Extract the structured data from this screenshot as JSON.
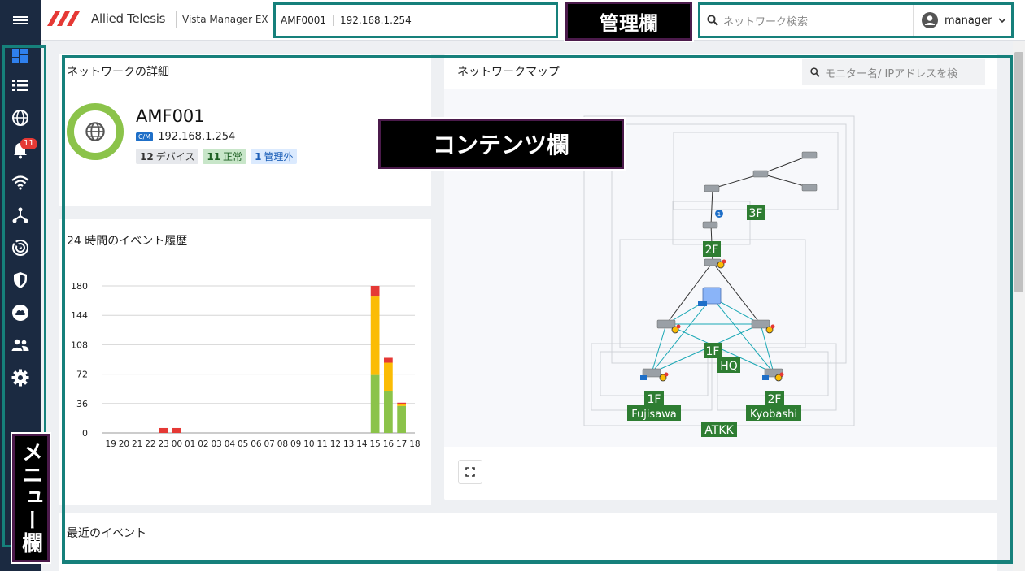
{
  "header": {
    "brand": "Allied Telesis",
    "product": "Vista Manager EX",
    "device_name": "AMF0001",
    "device_ip": "192.168.1.254",
    "search_placeholder": "ネットワーク検索",
    "user": "manager"
  },
  "annotations": {
    "management": "管理欄",
    "content": "コンテンツ欄",
    "menu": "メニュー欄"
  },
  "sidebar": {
    "items": [
      {
        "icon": "dashboard-icon"
      },
      {
        "icon": "list-icon"
      },
      {
        "icon": "globe-icon"
      },
      {
        "icon": "bell-icon",
        "badge": "11"
      },
      {
        "icon": "wifi-icon"
      },
      {
        "icon": "topology-icon"
      },
      {
        "icon": "radar-icon"
      },
      {
        "icon": "shield-icon"
      },
      {
        "icon": "cloud-icon"
      },
      {
        "icon": "users-icon"
      },
      {
        "icon": "gear-icon"
      }
    ]
  },
  "network_details": {
    "title": "ネットワークの詳細",
    "name": "AMF001",
    "cm_label": "C/M",
    "ip": "192.168.1.254",
    "chips": [
      {
        "count": "12",
        "label": "デバイス"
      },
      {
        "count": "11",
        "label": "正常"
      },
      {
        "count": "1",
        "label": "管理外"
      }
    ]
  },
  "event_history": {
    "title": "24 時間のイベント履歴"
  },
  "chart_data": {
    "type": "bar",
    "stacked": true,
    "title": "24 時間のイベント履歴",
    "categories": [
      "19",
      "20",
      "21",
      "22",
      "23",
      "00",
      "01",
      "02",
      "03",
      "04",
      "05",
      "06",
      "07",
      "08",
      "09",
      "10",
      "11",
      "12",
      "13",
      "14",
      "15",
      "16",
      "17",
      "18"
    ],
    "ylim": [
      0,
      180
    ],
    "yticks": [
      0,
      36,
      72,
      108,
      144,
      180
    ],
    "series": [
      {
        "color": "#8bc34a",
        "values": [
          0,
          0,
          0,
          0,
          0,
          0,
          0,
          0,
          0,
          0,
          0,
          0,
          0,
          0,
          0,
          0,
          0,
          0,
          0,
          0,
          71,
          51,
          33,
          0
        ]
      },
      {
        "color": "#fbbc05",
        "values": [
          0,
          0,
          0,
          0,
          0,
          0,
          0,
          0,
          0,
          0,
          0,
          0,
          0,
          0,
          0,
          0,
          0,
          0,
          0,
          0,
          96,
          35,
          2,
          0
        ]
      },
      {
        "color": "#e53935",
        "values": [
          0,
          0,
          0,
          0,
          6,
          6,
          0,
          0,
          0,
          0,
          0,
          0,
          0,
          0,
          0,
          0,
          0,
          0,
          0,
          0,
          13,
          6,
          2,
          0
        ]
      }
    ]
  },
  "network_map": {
    "title": "ネットワークマップ",
    "search_placeholder": "モニター名/ IPアドレスを検",
    "labels": [
      "3F",
      "2F",
      "1F",
      "HQ",
      "1F",
      "Fujisawa",
      "2F",
      "Kyobashi",
      "ATKK"
    ],
    "info_badge": "1",
    "cm_badge": "C/M"
  },
  "recent_events": {
    "title": "最近のイベント"
  },
  "colors": {
    "accent": "#16807b",
    "sidebar": "#1b2a41",
    "map_label": "#2e7d32"
  }
}
